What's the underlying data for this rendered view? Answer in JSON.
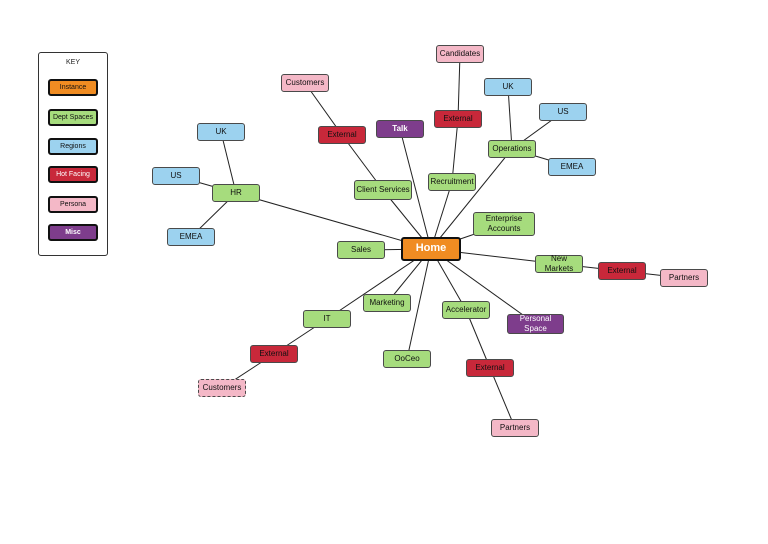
{
  "key": {
    "title": "KEY",
    "items": [
      {
        "label": "Instance",
        "color": "#f08c22"
      },
      {
        "label": "Dept Spaces",
        "color": "#a6dc7d"
      },
      {
        "label": "Regions",
        "color": "#9cd2ef"
      },
      {
        "label": "Hot Facing",
        "color": "#c8283a"
      },
      {
        "label": "Persona",
        "color": "#f4b8c7"
      },
      {
        "label": "Misc",
        "color": "#7e3d8c"
      }
    ]
  },
  "nodes": {
    "home": "Home",
    "hr": "HR",
    "hr_uk": "UK",
    "hr_us": "US",
    "hr_emea": "EMEA",
    "client_services": "Client Services",
    "cs_external": "External",
    "cs_customers": "Customers",
    "talk": "Talk",
    "recruitment": "Recruitment",
    "rec_external": "External",
    "rec_candidates": "Candidates",
    "operations": "Operations",
    "ops_uk": "UK",
    "ops_us": "US",
    "ops_emea": "EMEA",
    "enterprise_accounts": "Enterprise Accounts",
    "sales": "Sales",
    "new_markets": "New Markets",
    "nm_external": "External",
    "nm_partners": "Partners",
    "it": "IT",
    "it_external": "External",
    "it_customers": "Customers",
    "marketing": "Marketing",
    "accelerator": "Accelerator",
    "acc_external": "External",
    "acc_partners": "Partners",
    "personal_space": "Personal Space",
    "ooceo": "OoCeo"
  },
  "edges": [
    [
      "home",
      "hr"
    ],
    [
      "hr",
      "hr_uk"
    ],
    [
      "hr",
      "hr_us"
    ],
    [
      "hr",
      "hr_emea"
    ],
    [
      "home",
      "client_services"
    ],
    [
      "client_services",
      "cs_external"
    ],
    [
      "cs_external",
      "cs_customers"
    ],
    [
      "home",
      "talk"
    ],
    [
      "home",
      "recruitment"
    ],
    [
      "recruitment",
      "rec_external"
    ],
    [
      "rec_external",
      "rec_candidates"
    ],
    [
      "home",
      "operations"
    ],
    [
      "operations",
      "ops_uk"
    ],
    [
      "operations",
      "ops_us"
    ],
    [
      "operations",
      "ops_emea"
    ],
    [
      "home",
      "enterprise_accounts"
    ],
    [
      "home",
      "sales"
    ],
    [
      "home",
      "new_markets"
    ],
    [
      "new_markets",
      "nm_external"
    ],
    [
      "nm_external",
      "nm_partners"
    ],
    [
      "home",
      "it"
    ],
    [
      "it",
      "it_external"
    ],
    [
      "it_external",
      "it_customers"
    ],
    [
      "home",
      "marketing"
    ],
    [
      "home",
      "accelerator"
    ],
    [
      "accelerator",
      "acc_external"
    ],
    [
      "acc_external",
      "acc_partners"
    ],
    [
      "home",
      "personal_space"
    ],
    [
      "home",
      "ooceo"
    ]
  ]
}
